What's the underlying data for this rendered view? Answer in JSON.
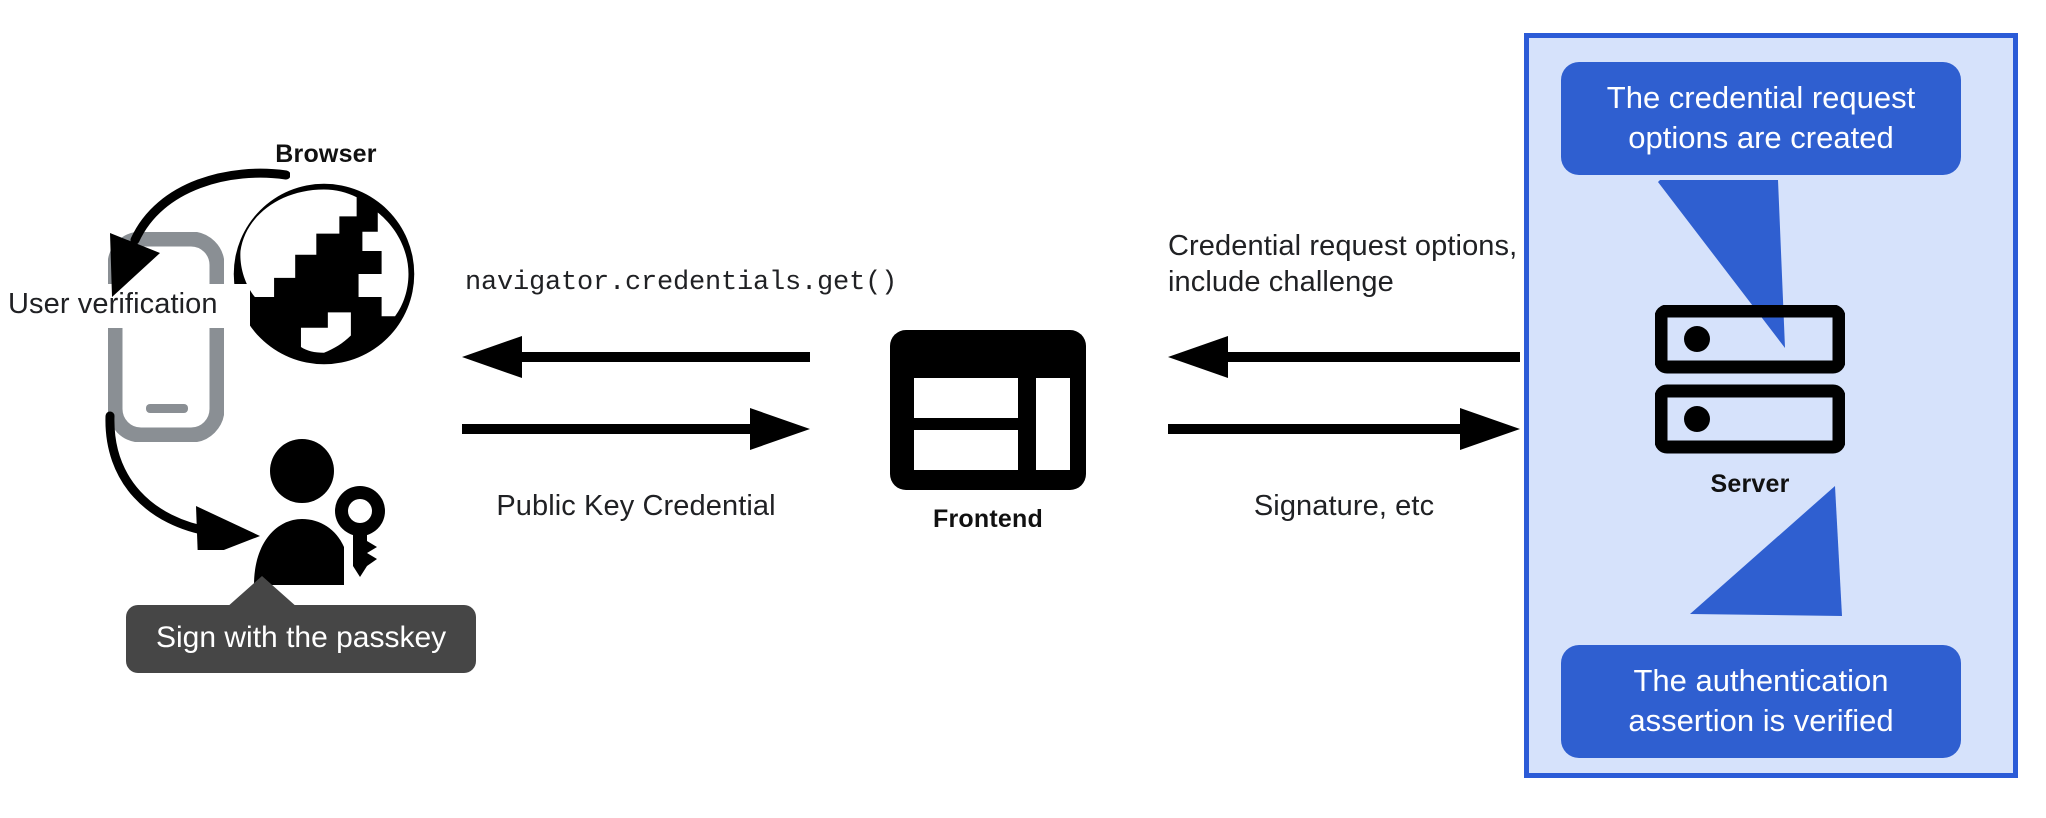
{
  "diagram": {
    "title": "WebAuthn passkey authentication flow",
    "colors": {
      "panel_fill": "#d6e2fb",
      "panel_border": "#2b5bd7",
      "callout_blue": "#2f5fd0",
      "tooltip_gray": "#464646",
      "phone_gray": "#8a8f94",
      "icon_black": "#000000",
      "text_black": "#202124"
    },
    "nodes": {
      "browser": {
        "label": "Browser",
        "icon": "globe-icon"
      },
      "phone": {
        "icon": "mobile-phone-icon"
      },
      "user": {
        "icon": "person-with-key-icon"
      },
      "frontend": {
        "label": "Frontend",
        "icon": "web-layout-icon"
      },
      "server": {
        "label": "Server",
        "icon": "server-rack-icon"
      }
    },
    "annotations": {
      "user_verification": "User verification",
      "sign_with_passkey": "Sign with the passkey"
    },
    "messages": {
      "navigator_get": "navigator.credentials.get()",
      "public_key_credential": "Public Key Credential",
      "credential_request_options": "Credential request options,\ninclude challenge",
      "signature_etc": "Signature, etc"
    },
    "callouts": {
      "top": "The credential request\noptions are created",
      "bottom": "The authentication\nassertion is verified"
    }
  }
}
